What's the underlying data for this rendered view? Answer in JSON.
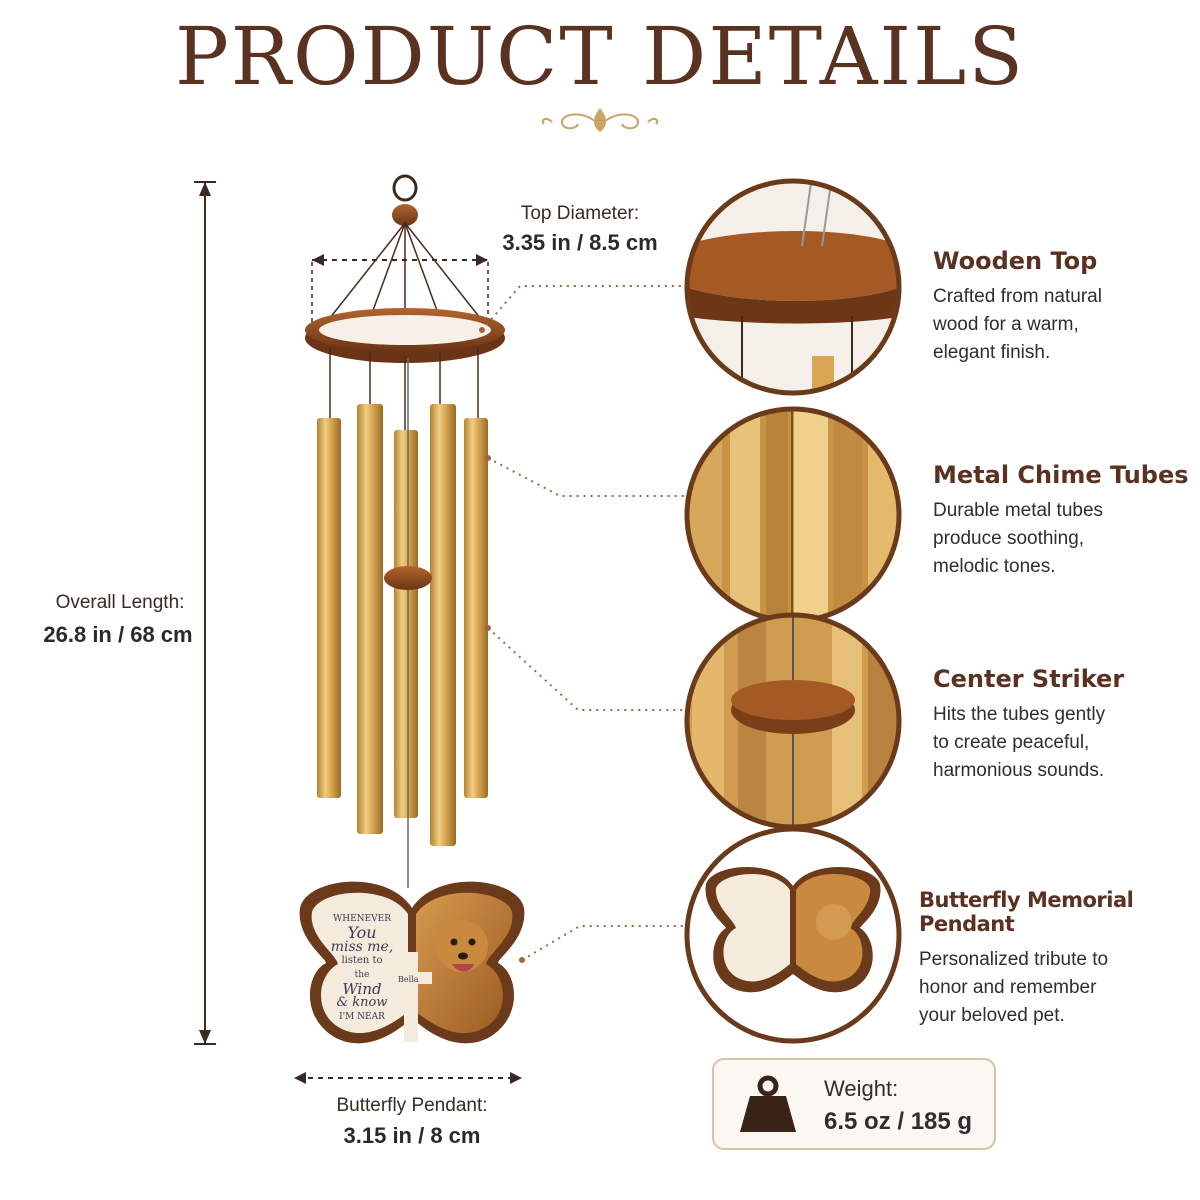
{
  "title": "PRODUCT DETAILS",
  "colors": {
    "accent": "#5a3222",
    "gold": "#c89a4a",
    "wood": "#8a4a22"
  },
  "dimensions": {
    "top_diameter_label": "Top Diameter:",
    "top_diameter_value": "3.35 in / 8.5 cm",
    "overall_length_label": "Overall Length:",
    "overall_length_value": "26.8 in / 68 cm",
    "pendant_label": "Butterfly Pendant:",
    "pendant_value": "3.15 in / 8 cm"
  },
  "pendant_text": [
    "WHENEVER",
    "You",
    "miss me,",
    "listen to",
    "the",
    "Wind",
    "& know",
    "I'M NEAR"
  ],
  "pendant_name": "Bella",
  "features": [
    {
      "title": "Wooden Top",
      "desc": [
        "Crafted from natural",
        "wood for a warm,",
        "elegant finish."
      ],
      "icon": "wooden-top-closeup"
    },
    {
      "title": "Metal Chime Tubes",
      "desc": [
        "Durable metal tubes",
        "produce soothing,",
        "melodic tones."
      ],
      "icon": "tubes-closeup"
    },
    {
      "title": "Center Striker",
      "desc": [
        "Hits the tubes gently",
        "to create peaceful,",
        "harmonious sounds."
      ],
      "icon": "striker-closeup"
    },
    {
      "title": "Butterfly Memorial Pendant",
      "desc": [
        "Personalized tribute to",
        "honor and remember",
        "your beloved pet."
      ],
      "icon": "pendant-closeup"
    }
  ],
  "weight": {
    "label": "Weight:",
    "value": "6.5 oz / 185 g",
    "icon": "weight-icon"
  }
}
